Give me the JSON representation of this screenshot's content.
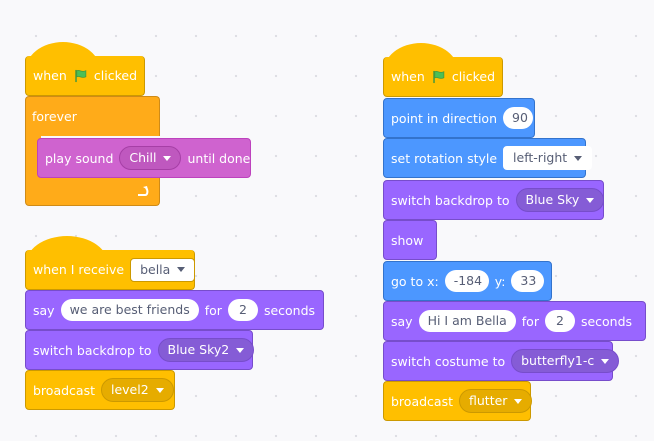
{
  "script1": {
    "hat": {
      "when": "when",
      "clicked": "clicked",
      "flag_icon": "green-flag-icon"
    },
    "forever": "forever",
    "play_sound": {
      "label": "play sound",
      "sound": "Chill",
      "suffix": "until done"
    },
    "loop_icon": "loop-arrow-icon"
  },
  "script2": {
    "hat": {
      "label": "when I receive",
      "message": "bella"
    },
    "say": {
      "label": "say",
      "text": "we are best friends",
      "for": "for",
      "secs": "2",
      "unit": "seconds"
    },
    "switch_backdrop": {
      "label": "switch backdrop to",
      "backdrop": "Blue Sky2"
    },
    "broadcast": {
      "label": "broadcast",
      "message": "level2"
    }
  },
  "script3": {
    "hat": {
      "when": "when",
      "clicked": "clicked",
      "flag_icon": "green-flag-icon"
    },
    "point": {
      "label": "point in direction",
      "value": "90"
    },
    "rotation": {
      "label": "set rotation style",
      "value": "left-right"
    },
    "switch_backdrop": {
      "label": "switch backdrop to",
      "backdrop": "Blue Sky"
    },
    "show": "show",
    "goto": {
      "label": "go to x:",
      "x": "-184",
      "ylabel": "y:",
      "y": "33"
    },
    "say": {
      "label": "say",
      "text": "Hi I am Bella",
      "for": "for",
      "secs": "2",
      "unit": "seconds"
    },
    "costume": {
      "label": "switch costume to",
      "value": "butterfly1-c"
    },
    "broadcast": {
      "label": "broadcast",
      "message": "flutter"
    }
  },
  "colors": {
    "events": "#FFBF00",
    "control": "#FFAB19",
    "motion": "#4C97FF",
    "looks": "#9966FF",
    "sound": "#CF63CF",
    "flag": "#4CBF56"
  }
}
